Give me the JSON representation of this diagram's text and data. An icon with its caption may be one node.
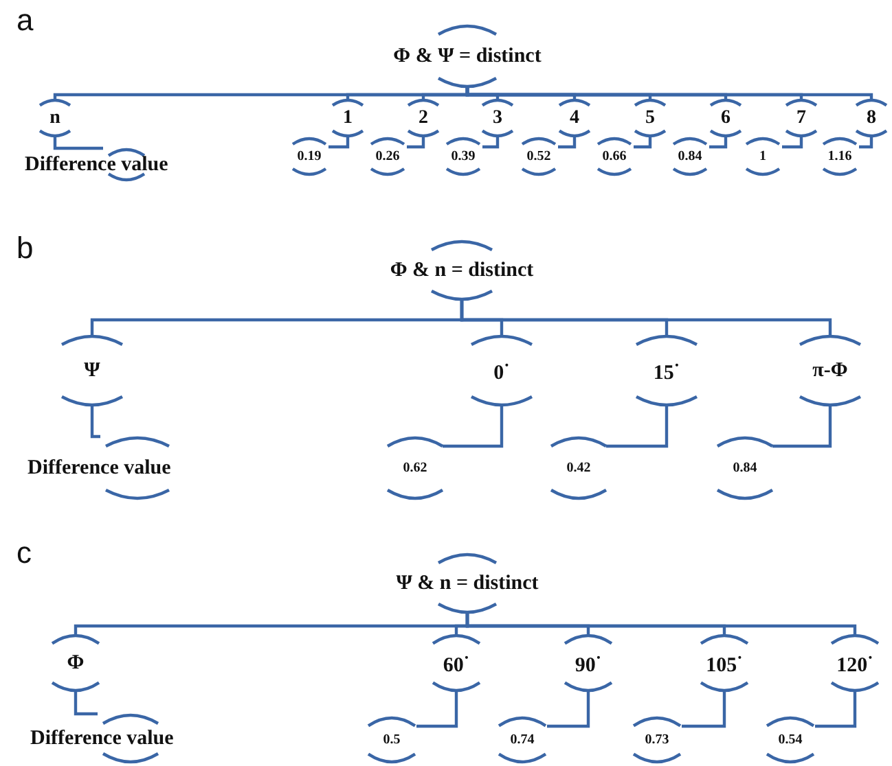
{
  "diagram": {
    "nodes": [
      {
        "text": [
          "Φ & Ψ = distinct"
        ]
      },
      {
        "text": [
          "n"
        ]
      },
      {
        "text": [
          "1"
        ]
      },
      {
        "text": [
          "2"
        ]
      },
      {
        "text": [
          "3"
        ]
      },
      {
        "text": [
          "4"
        ]
      },
      {
        "text": [
          "5"
        ]
      },
      {
        "text": [
          "6"
        ]
      },
      {
        "text": [
          "7"
        ]
      },
      {
        "text": [
          "8"
        ]
      },
      {
        "text": [
          "Difference value"
        ]
      },
      {
        "text": [
          "0.19"
        ]
      },
      {
        "text": [
          "0.26"
        ]
      },
      {
        "text": [
          "0.39"
        ]
      },
      {
        "text": [
          "0.52"
        ]
      },
      {
        "text": [
          "0.66"
        ]
      },
      {
        "text": [
          "0.84"
        ]
      },
      {
        "text": [
          "1"
        ]
      },
      {
        "text": [
          "1.16"
        ]
      },
      {
        "text": [
          "Φ & n = distinct"
        ]
      },
      {
        "text": [
          "Ψ"
        ]
      },
      {
        "text": [
          "0$^{·}$"
        ]
      },
      {
        "text": [
          "15$^{·}$"
        ]
      },
      {
        "text": [
          "π-Φ"
        ]
      },
      {
        "text": [
          "Difference value"
        ]
      },
      {
        "text": [
          "0.62"
        ]
      },
      {
        "text": [
          "0.42"
        ]
      },
      {
        "text": [
          "0.84"
        ]
      },
      {
        "text": [
          "Ψ & n = distinct"
        ]
      },
      {
        "text": [
          "Φ"
        ]
      },
      {
        "text": [
          "60$^{·}$"
        ]
      },
      {
        "text": [
          "90$^{·}$"
        ]
      },
      {
        "text": [
          "105$^{·}$"
        ]
      },
      {
        "text": [
          "120$^{·}$"
        ]
      },
      {
        "text": [
          "Difference value"
        ]
      },
      {
        "text": [
          "0.5"
        ]
      },
      {
        "text": [
          "0.74"
        ]
      },
      {
        "text": [
          "0.73"
        ]
      },
      {
        "text": [
          "0.54"
        ]
      }
    ],
    "edges": [
      {
        "from": 0,
        "to": 1,
        "arrow": "none"
      },
      {
        "from": 0,
        "to": 2,
        "arrow": "none"
      },
      {
        "from": 0,
        "to": 3,
        "arrow": "none"
      },
      {
        "from": 0,
        "to": 4,
        "arrow": "none"
      },
      {
        "from": 0,
        "to": 5,
        "arrow": "none"
      },
      {
        "from": 0,
        "to": 6,
        "arrow": "none"
      },
      {
        "from": 0,
        "to": 7,
        "arrow": "none"
      },
      {
        "from": 0,
        "to": 8,
        "arrow": "none"
      },
      {
        "from": 0,
        "to": 9,
        "arrow": "none"
      },
      {
        "from": 1,
        "to": 10,
        "arrow": "none"
      },
      {
        "from": 2,
        "to": 11,
        "arrow": "none"
      },
      {
        "from": 3,
        "to": 12,
        "arrow": "none"
      },
      {
        "from": 4,
        "to": 13,
        "arrow": "none"
      },
      {
        "from": 5,
        "to": 14,
        "arrow": "none"
      },
      {
        "from": 6,
        "to": 15,
        "arrow": "none"
      },
      {
        "from": 7,
        "to": 16,
        "arrow": "none"
      },
      {
        "from": 8,
        "to": 17,
        "arrow": "none"
      },
      {
        "from": 9,
        "to": 18,
        "arrow": "none"
      },
      {
        "from": 19,
        "to": 20,
        "arrow": "none"
      },
      {
        "from": 19,
        "to": 21,
        "arrow": "none"
      },
      {
        "from": 19,
        "to": 22,
        "arrow": "none"
      },
      {
        "from": 19,
        "to": 23,
        "arrow": "none"
      },
      {
        "from": 20,
        "to": 24,
        "arrow": "none"
      },
      {
        "from": 21,
        "to": 25,
        "arrow": "none"
      },
      {
        "from": 22,
        "to": 26,
        "arrow": "none"
      },
      {
        "from": 23,
        "to": 27,
        "arrow": "none"
      },
      {
        "from": 28,
        "to": 29,
        "arrow": "none"
      },
      {
        "from": 28,
        "to": 30,
        "arrow": "none"
      },
      {
        "from": 28,
        "to": 31,
        "arrow": "none"
      },
      {
        "from": 28,
        "to": 32,
        "arrow": "none"
      },
      {
        "from": 28,
        "to": 33,
        "arrow": "none"
      },
      {
        "from": 29,
        "to": 34,
        "arrow": "none"
      },
      {
        "from": 30,
        "to": 35,
        "arrow": "none"
      },
      {
        "from": 31,
        "to": 36,
        "arrow": "none"
      },
      {
        "from": 32,
        "to": 37,
        "arrow": "none"
      },
      {
        "from": 33,
        "to": 38,
        "arrow": "none"
      }
    ],
    "labels": [
      "a",
      "b",
      "c"
    ]
  }
}
